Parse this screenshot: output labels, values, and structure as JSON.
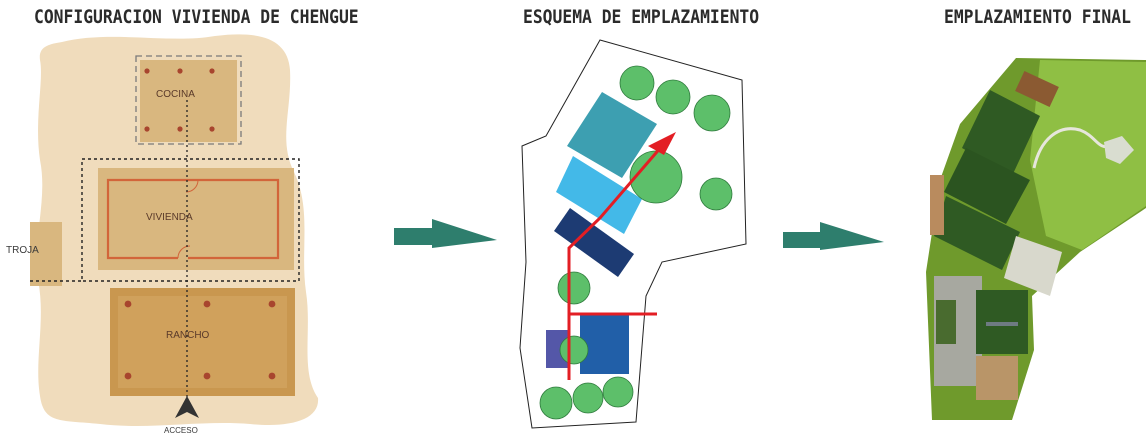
{
  "panels": {
    "left": {
      "title": "CONFIGURACION VIVIENDA DE CHENGUE",
      "labels": {
        "cocina": "COCINA",
        "vivienda": "VIVIENDA",
        "troja": "TROJA",
        "rancho": "RANCHO",
        "acceso": "ACCESO"
      }
    },
    "middle": {
      "title": "ESQUEMA DE EMPLAZAMIENTO"
    },
    "right": {
      "title": "EMPLAZAMIENTO FINAL"
    }
  },
  "colors": {
    "parcel": "#f0dcbc",
    "room_light": "#d9b77f",
    "room_dark": "#c9974f",
    "wall_line": "#d2653a",
    "post": "#a8452e",
    "arrow_teal": "#2e7e6d",
    "tree_green": "#5dbf6a",
    "route_red": "#e31e24",
    "teal_block": "#3d9fb1",
    "sky_block": "#43b9e8",
    "navy_block": "#1d3b73",
    "blue_block": "#215fa8",
    "violet_block": "#5457a8"
  }
}
